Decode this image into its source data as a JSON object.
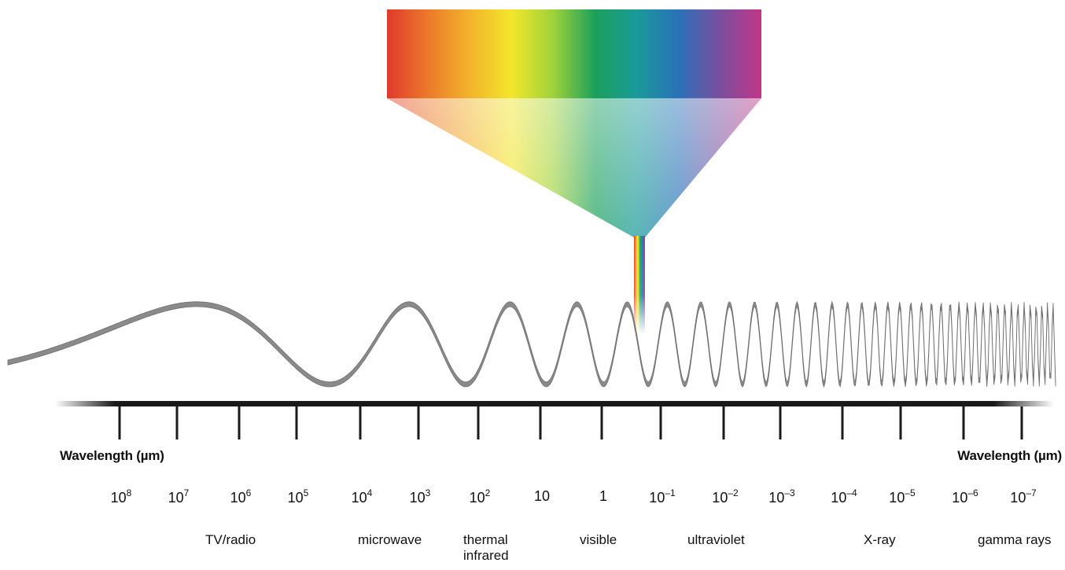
{
  "diagram": {
    "axis_title_left": "Wavelength (µm)",
    "axis_title_right": "Wavelength (µm)",
    "ticks": [
      {
        "base": "10",
        "exp": "8"
      },
      {
        "base": "10",
        "exp": "7"
      },
      {
        "base": "10",
        "exp": "6"
      },
      {
        "base": "10",
        "exp": "5"
      },
      {
        "base": "10",
        "exp": "4"
      },
      {
        "base": "10",
        "exp": "3"
      },
      {
        "base": "10",
        "exp": "2"
      },
      {
        "base": "10",
        "exp": ""
      },
      {
        "base": "1",
        "exp": ""
      },
      {
        "base": "10",
        "exp": "–1"
      },
      {
        "base": "10",
        "exp": "–2"
      },
      {
        "base": "10",
        "exp": "–3"
      },
      {
        "base": "10",
        "exp": "–4"
      },
      {
        "base": "10",
        "exp": "–5"
      },
      {
        "base": "10",
        "exp": "–6"
      },
      {
        "base": "10",
        "exp": "–7"
      }
    ],
    "bands": [
      {
        "lines": [
          "TV/radio"
        ]
      },
      {
        "lines": [
          "microwave"
        ]
      },
      {
        "lines": [
          "thermal",
          "infrared"
        ]
      },
      {
        "lines": [
          "visible"
        ]
      },
      {
        "lines": [
          "ultraviolet"
        ]
      },
      {
        "lines": [
          "X-ray"
        ]
      },
      {
        "lines": [
          "gamma rays"
        ]
      }
    ],
    "spectrum_colors": [
      "#e03a2c",
      "#ec7a2a",
      "#f2b42c",
      "#f3e62c",
      "#9fd23a",
      "#1aa05a",
      "#1a9a9a",
      "#2a72b8",
      "#7a4e9e",
      "#c23688"
    ],
    "wave_color": "#8a8a8a",
    "axis_color": "#1a1a1a"
  }
}
